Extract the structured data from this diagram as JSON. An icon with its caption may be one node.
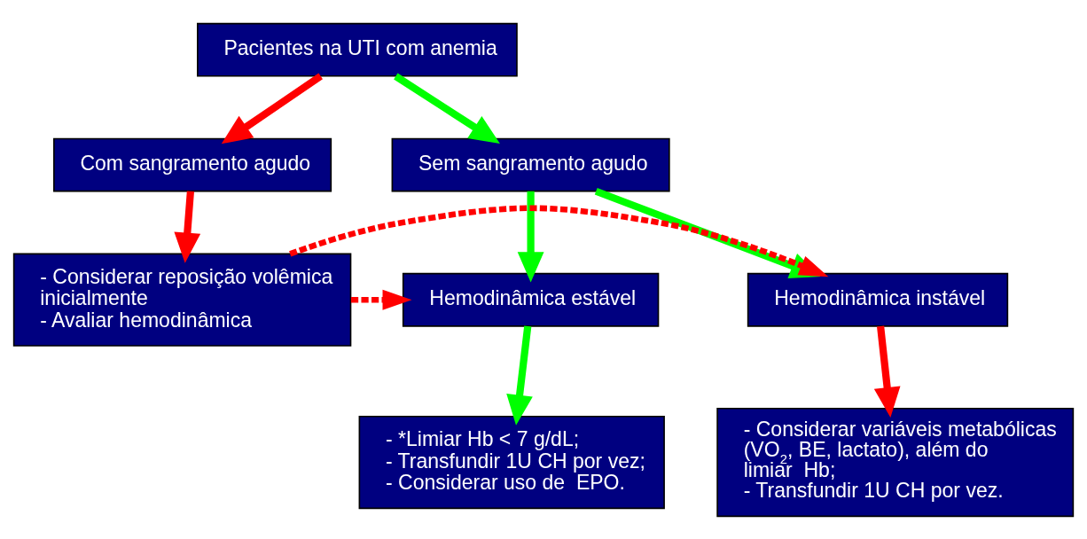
{
  "diagram": {
    "nodes": [
      {
        "text": [
          "Pacientes na UTI com anemia"
        ]
      },
      {
        "text": [
          "Com sangramento agudo"
        ]
      },
      {
        "text": [
          "Sem sangramento agudo"
        ]
      },
      {
        "text": [
          "Hemodinâmica estável"
        ]
      },
      {
        "text": [
          "Hemodinâmica instável"
        ]
      },
      {
        "text": [
          "- Considerar reposição volêmica inicialmente",
          "- Avaliar hemodinâmica"
        ]
      },
      {
        "text": [
          "- *Limiar Hb < 7 g/dL;",
          "- Transfundir 1U CH por vez;",
          "- Considerar uso de  EPO."
        ]
      },
      {
        "text": [
          "- Considerar variáveis metabólicas (VO$_{2}$, BE, lactato), além do limiar  Hb;",
          "- Transfundir 1U CH por vez."
        ]
      }
    ],
    "edges": [
      {
        "from": 0,
        "to": 1,
        "arrow": "to",
        "color": "#ff0000"
      },
      {
        "from": 0,
        "to": 2,
        "arrow": "to",
        "color": "#00ff00"
      },
      {
        "from": 1,
        "to": 5,
        "arrow": "to",
        "color": "#ff0000"
      },
      {
        "from": 2,
        "to": 3,
        "arrow": "to",
        "color": "#00ff00"
      },
      {
        "from": 2,
        "to": 4,
        "arrow": "to",
        "color": "#00ff00"
      },
      {
        "from": 5,
        "to": 3,
        "arrow": "to",
        "style": "dashed",
        "color": "#ff0000"
      },
      {
        "from": 5,
        "to": 4,
        "arrow": "to",
        "style": "dashed",
        "color": "#ff0000"
      },
      {
        "from": 3,
        "to": 6,
        "arrow": "to",
        "color": "#00ff00"
      },
      {
        "from": 4,
        "to": 7,
        "arrow": "to",
        "color": "#ff0000"
      }
    ]
  }
}
